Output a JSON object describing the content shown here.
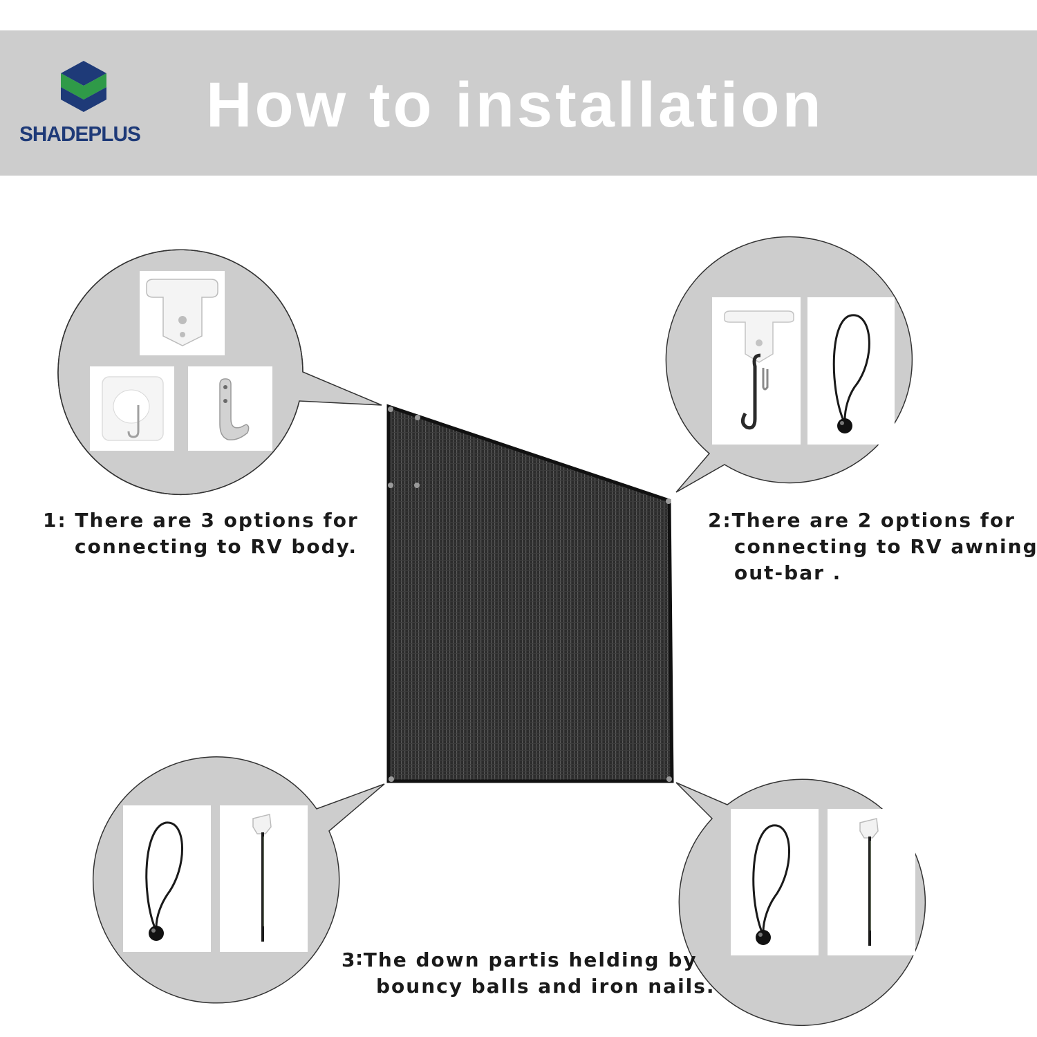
{
  "banner": {
    "title": "How to installation",
    "brand": "SHADEPLUS",
    "colors": {
      "background": "#cdcdcd",
      "brand_blue": "#1e3a78",
      "brand_green": "#2f9a48"
    }
  },
  "callouts": [
    {
      "id": "top-left",
      "items": [
        "screw-plate-icon",
        "adhesive-hook-icon",
        "metal-hook-icon"
      ],
      "caption": [
        "1: There are 3 options for",
        "connecting to RV body."
      ]
    },
    {
      "id": "top-right",
      "items": [
        "awning-hook-icon",
        "bungee-ball-icon"
      ],
      "caption": [
        "2:There are 2 options for",
        "connecting to RV awning",
        "out-bar ."
      ]
    },
    {
      "id": "bottom-left",
      "items": [
        "bungee-ball-icon",
        "ground-stake-icon"
      ],
      "caption": [
        "3∶The down partis helding by",
        "bouncy balls and iron nails."
      ]
    },
    {
      "id": "bottom-right",
      "items": [
        "bungee-ball-icon",
        "ground-stake-icon"
      ]
    }
  ],
  "shade": {
    "name": "shade-panel",
    "color": "#2a2a2a"
  }
}
